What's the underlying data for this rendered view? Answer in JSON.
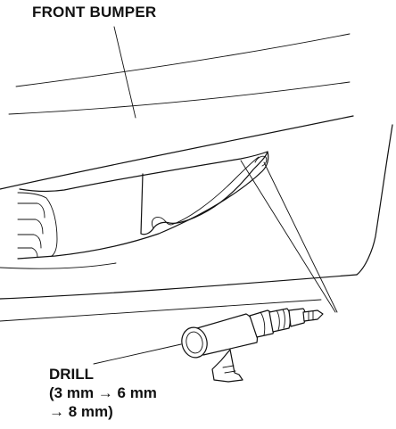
{
  "labels": {
    "front_bumper": "FRONT BUMPER",
    "drill_line1": "DRILL",
    "drill_line2": "(3 mm → 6 mm",
    "drill_line3": " → 8 mm)"
  },
  "colors": {
    "line": "#111111",
    "background": "#ffffff"
  }
}
